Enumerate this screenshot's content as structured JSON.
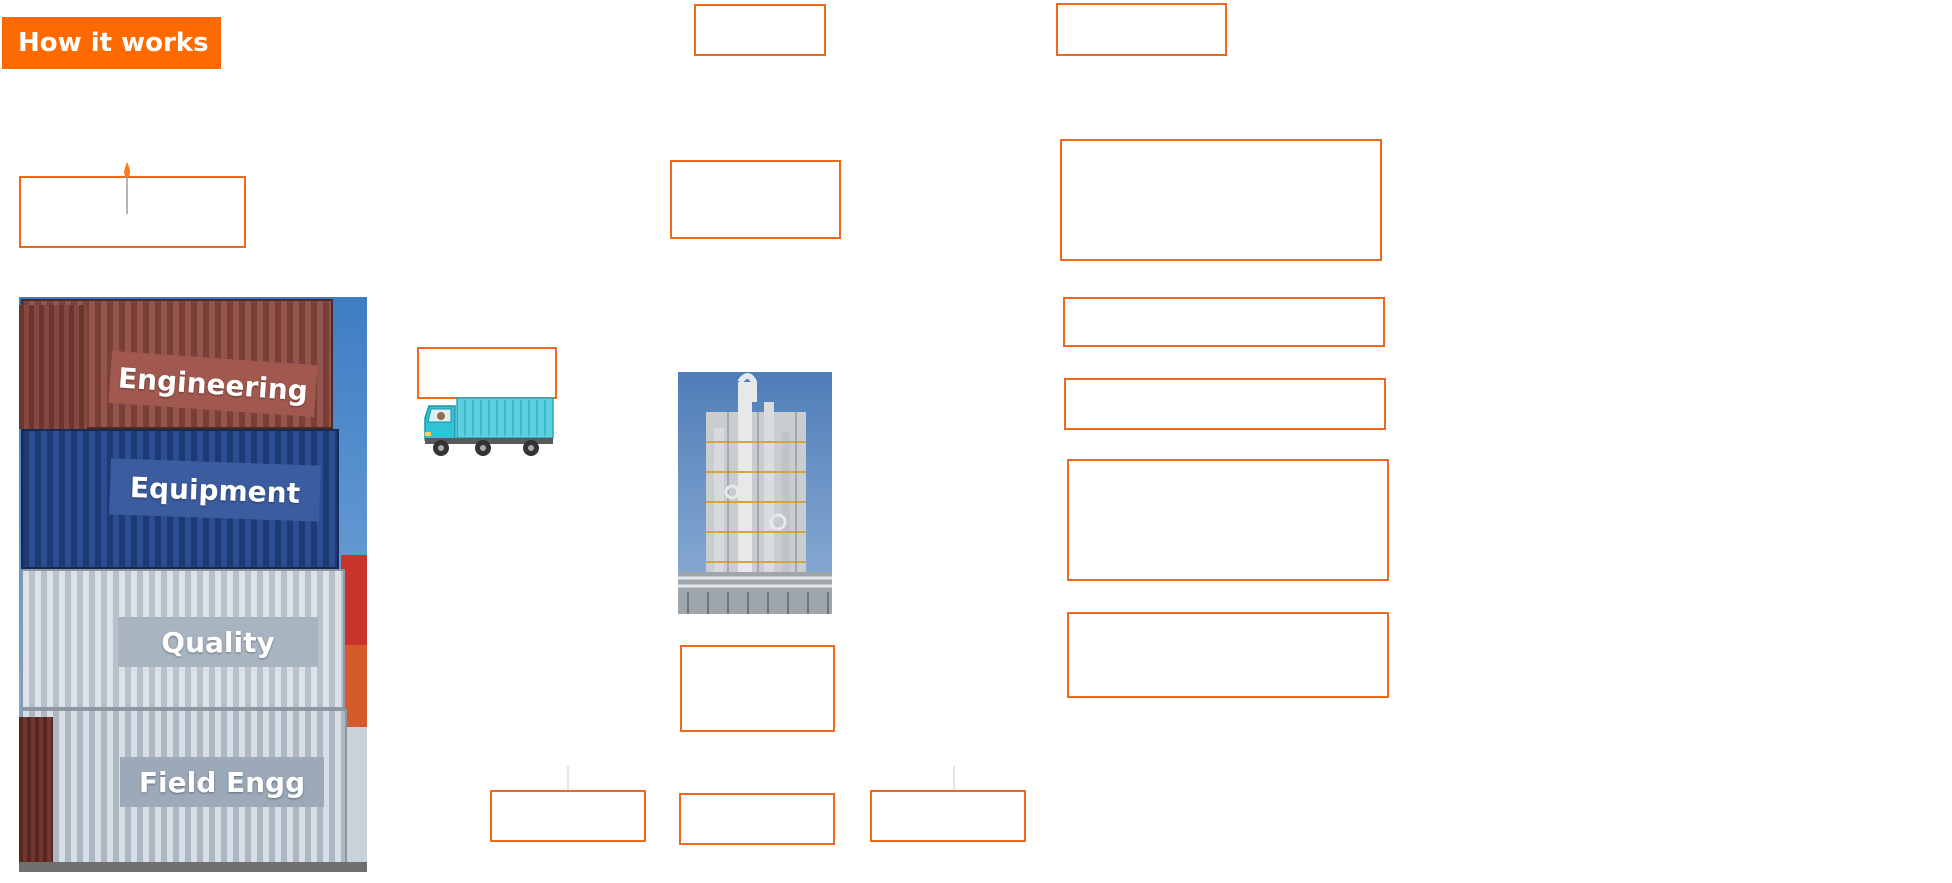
{
  "header": {
    "title": "How it works",
    "accent_color": "#FF6A00",
    "box_color": "#ED6A1D"
  },
  "containers": {
    "labels": [
      "Engineering",
      "Equipment",
      "Quality",
      "Field Engg"
    ],
    "colors": [
      "#8B4A43",
      "#2D4C8C",
      "#B8C3CF",
      "#A9B6C6"
    ]
  },
  "icons": {
    "truck": "truck-icon",
    "plant": "refinery-tower-icon",
    "flame": "flame-icon"
  }
}
